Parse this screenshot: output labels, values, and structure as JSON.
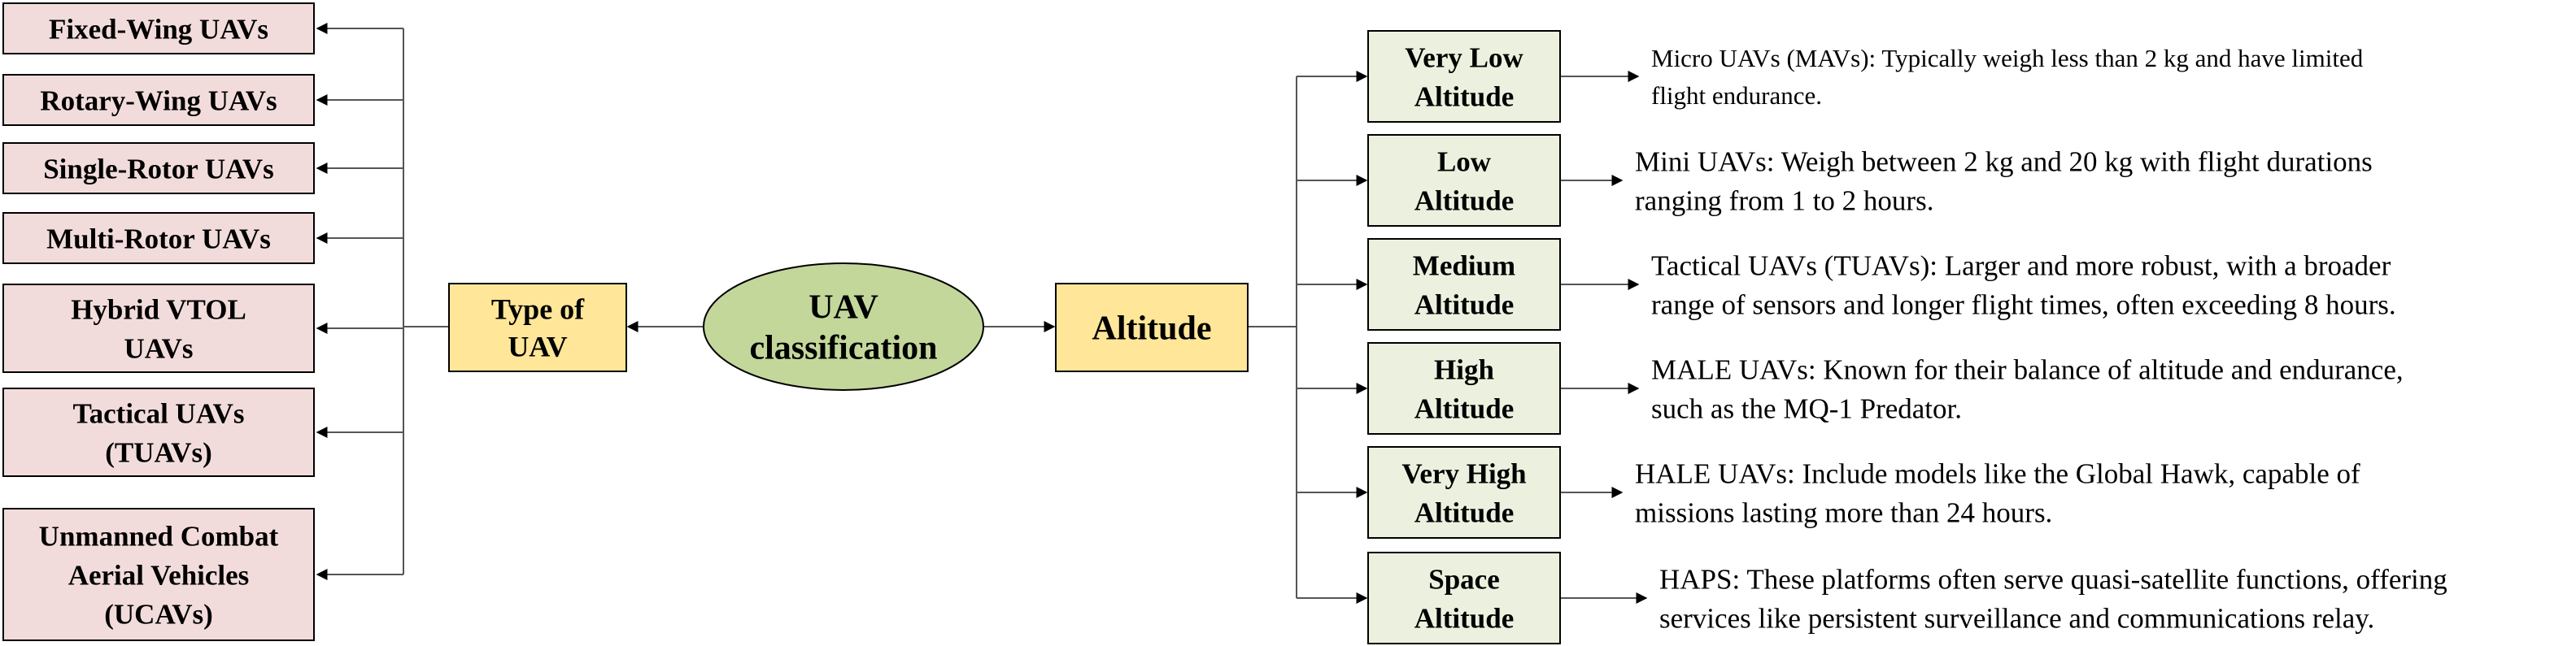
{
  "colors": {
    "type_box_fill": "#f2dcdb",
    "altitude_box_fill": "#ebf1de",
    "hub_fill": "#ffe699",
    "center_fill": "#c4d79b",
    "stroke": "#000000",
    "line": "#555555"
  },
  "center": {
    "lines": [
      "UAV",
      "classification"
    ]
  },
  "type_hub": {
    "lines": [
      "Type of",
      "UAV"
    ]
  },
  "altitude_hub": {
    "lines": [
      "Altitude"
    ]
  },
  "uav_types": [
    {
      "lines": [
        "Fixed-Wing UAVs"
      ]
    },
    {
      "lines": [
        "Rotary-Wing UAVs"
      ]
    },
    {
      "lines": [
        "Single-Rotor UAVs"
      ]
    },
    {
      "lines": [
        "Multi-Rotor UAVs"
      ]
    },
    {
      "lines": [
        "Hybrid VTOL",
        "UAVs"
      ]
    },
    {
      "lines": [
        "Tactical UAVs",
        "(TUAVs)"
      ]
    },
    {
      "lines": [
        "Unmanned Combat",
        "Aerial Vehicles",
        "(UCAVs)"
      ]
    }
  ],
  "altitudes": [
    {
      "lines": [
        "Very Low",
        "Altitude"
      ],
      "description": [
        "Micro UAVs (MAVs): Typically weigh less than 2 kg and have limited",
        "flight endurance."
      ]
    },
    {
      "lines": [
        "Low",
        "Altitude"
      ],
      "description": [
        "Mini UAVs: Weigh between 2 kg and 20 kg with flight durations",
        "ranging from 1 to 2 hours."
      ]
    },
    {
      "lines": [
        "Medium",
        "Altitude"
      ],
      "description": [
        "Tactical UAVs (TUAVs): Larger and more robust, with a broader",
        "range of sensors and longer flight times, often exceeding 8 hours."
      ]
    },
    {
      "lines": [
        "High",
        "Altitude"
      ],
      "description": [
        "MALE UAVs: Known for their balance of altitude and endurance,",
        "such as the MQ-1 Predator."
      ]
    },
    {
      "lines": [
        "Very High",
        "Altitude"
      ],
      "description": [
        "HALE UAVs: Include models like the Global Hawk, capable of",
        "missions lasting more than 24 hours."
      ]
    },
    {
      "lines": [
        "Space",
        "Altitude"
      ],
      "description": [
        "HAPS: These platforms often serve quasi-satellite functions, offering",
        "services like persistent surveillance and communications relay."
      ]
    }
  ]
}
